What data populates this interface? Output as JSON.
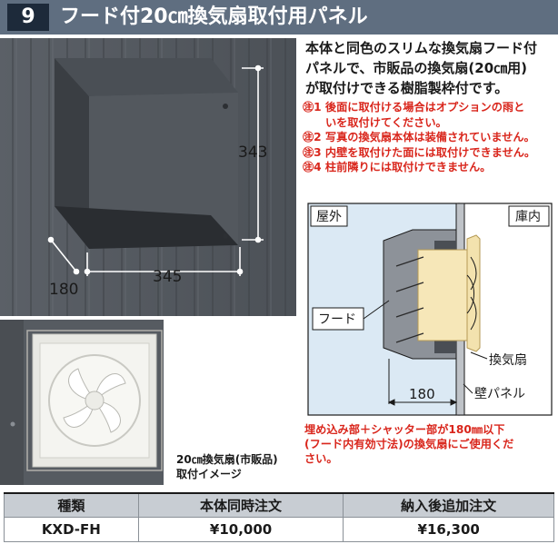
{
  "header": {
    "number": "9",
    "title": "フード付20㎝換気扇取付用パネル"
  },
  "hood_photo": {
    "dim_height": "343",
    "dim_depth": "180",
    "dim_width": "345"
  },
  "intro": {
    "line1": "本体と同色のスリムな換気扇フード付",
    "line2": "パネルで、市販品の換気扇(20㎝用)",
    "line3": "が取付けできる樹脂製枠付です。"
  },
  "notes": {
    "n1a": "㊟1 後面に取付ける場合はオプションの雨と",
    "n1b": "いを取付けてください。",
    "n2": "㊟2 写真の換気扇本体は装備されていません。",
    "n3": "㊟3 内壁を取付けた面には取付けできません。",
    "n4": "㊟4 柱前隣りには取付けできません。"
  },
  "diagram": {
    "outside": "屋外",
    "inside": "庫内",
    "hood": "フード",
    "fan": "換気扇",
    "wall": "壁パネル",
    "dimension": "180"
  },
  "bottom_note": {
    "line1": "埋め込み部＋シャッター部が180㎜以下",
    "line2": "(フード内有効寸法)の換気扇にご使用くだ",
    "line3": "さい。"
  },
  "caption": {
    "line1": "20㎝換気扇(市販品)",
    "line2": "取付イメージ"
  },
  "table": {
    "headers": [
      "種類",
      "本体同時注文",
      "納入後追加注文"
    ],
    "rows": [
      [
        "KXD-FH",
        "¥10,000",
        "¥16,300"
      ]
    ]
  }
}
